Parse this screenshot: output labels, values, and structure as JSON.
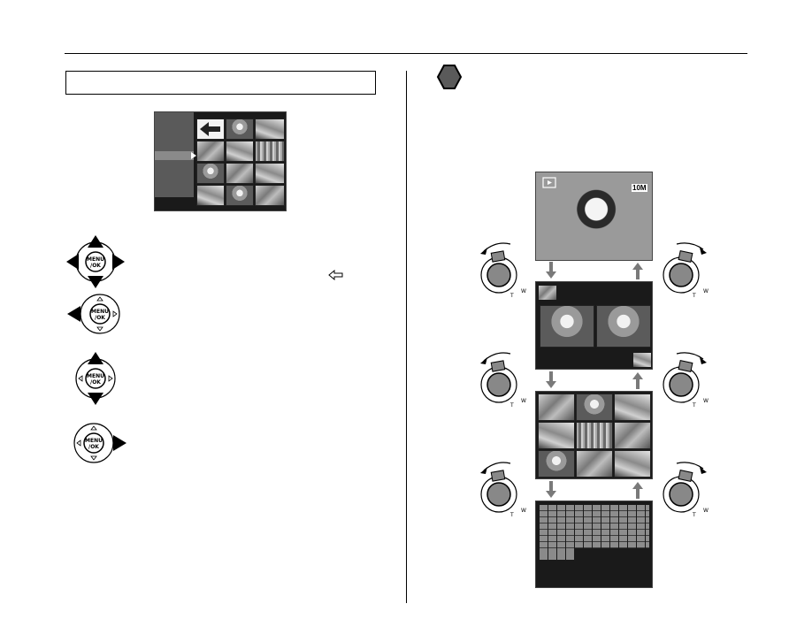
{
  "section_box": {
    "label": ""
  },
  "instructions": [
    {
      "icon": "dpad-all-directions-icon",
      "text": ""
    },
    {
      "icon": "dpad-left-icon",
      "text": ""
    },
    {
      "icon": "dpad-up-down-icon",
      "text": ""
    },
    {
      "icon": "dpad-right-icon",
      "text": ""
    }
  ],
  "tip": {
    "badge": "hexagon-icon",
    "text": ""
  },
  "screens": [
    {
      "name": "single-frame",
      "badge": "10M"
    },
    {
      "name": "two-frame"
    },
    {
      "name": "nine-frame"
    },
    {
      "name": "hundred-frame"
    }
  ],
  "zoom_lever": {
    "marks": [
      "T",
      "W"
    ]
  },
  "colors": {
    "lcd": "#1a1a1a",
    "arrow": "#7a7a7a",
    "rule": "#000000"
  }
}
